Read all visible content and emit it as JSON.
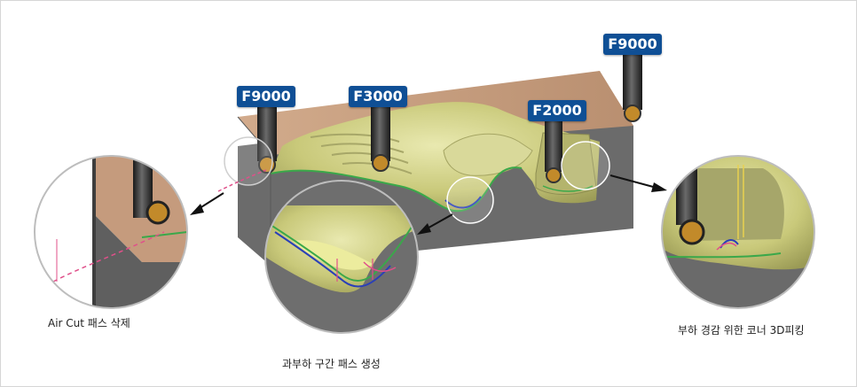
{
  "tool_labels": {
    "tool_left": "F9000",
    "tool_mid": "F3000",
    "tool_pocket": "F2000",
    "tool_right": "F9000"
  },
  "captions": {
    "left": "Air Cut 패스 삭제",
    "center": "과부하 구간 패스 생성",
    "right": "부하 경감 위한 코너 3D피킹"
  },
  "colors": {
    "label_bg": "#0f4f95",
    "block_top": "#c9a183",
    "block_side": "#6b6b6b",
    "surface": "#cfcf7a",
    "toolpath_green": "#3aa84a",
    "toolpath_blue": "#2a3fb8",
    "aircut_pink": "#e0508a"
  }
}
